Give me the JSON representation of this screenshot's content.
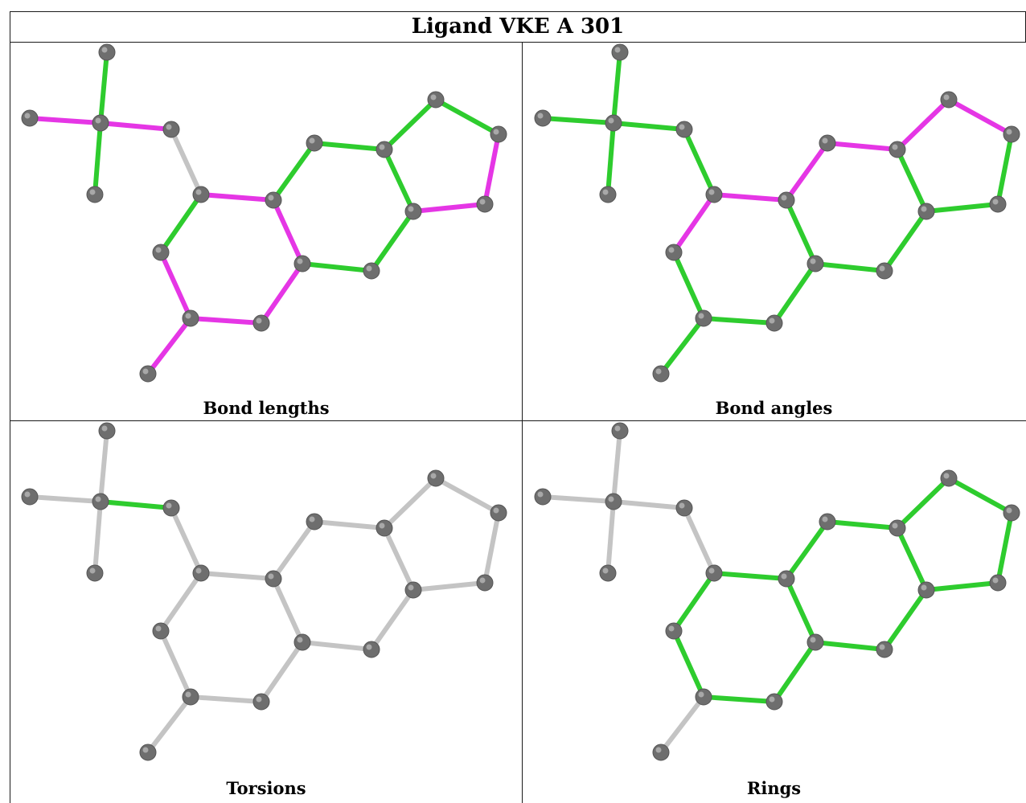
{
  "title": "Ligand VKE A 301",
  "colors": {
    "green": "#2ecc2e",
    "magenta": "#e536e5",
    "gray": "#c4c4c4",
    "atom": "#6e6e6e"
  },
  "panels": [
    {
      "caption": "Bond lengths",
      "bonds": {
        "TA-C1": "green",
        "TB-C1": "green",
        "M1-C1": "magenta",
        "C1-M2": "magenta",
        "M2-R1": "gray",
        "R1-R2": "magenta",
        "R1-R6": "green",
        "R2-R3": "magenta",
        "R3-R4": "magenta",
        "R4-R5": "magenta",
        "R5-R6": "magenta",
        "R5-MX": "magenta",
        "R2-R7": "green",
        "R7-R8": "green",
        "R8-R9": "green",
        "R9-R10": "green",
        "R10-R3": "green",
        "R8-P1": "green",
        "P1-P2": "green",
        "P2-P3": "magenta",
        "P3-R9": "magenta"
      }
    },
    {
      "caption": "Bond angles",
      "bonds": {
        "TA-C1": "green",
        "TB-C1": "green",
        "M1-C1": "green",
        "C1-M2": "green",
        "M2-R1": "green",
        "R1-R2": "magenta",
        "R1-R6": "magenta",
        "R2-R3": "green",
        "R3-R4": "green",
        "R4-R5": "green",
        "R5-R6": "green",
        "R5-MX": "green",
        "R2-R7": "magenta",
        "R7-R8": "magenta",
        "R8-R9": "green",
        "R9-R10": "green",
        "R10-R3": "green",
        "R8-P1": "magenta",
        "P1-P2": "magenta",
        "P2-P3": "green",
        "P3-R9": "green"
      }
    },
    {
      "caption": "Torsions",
      "bonds": {
        "TA-C1": "gray",
        "TB-C1": "gray",
        "M1-C1": "gray",
        "C1-M2": "green",
        "M2-R1": "gray",
        "R1-R2": "gray",
        "R1-R6": "gray",
        "R2-R3": "gray",
        "R3-R4": "gray",
        "R4-R5": "gray",
        "R5-R6": "gray",
        "R5-MX": "gray",
        "R2-R7": "gray",
        "R7-R8": "gray",
        "R8-R9": "gray",
        "R9-R10": "gray",
        "R10-R3": "gray",
        "R8-P1": "gray",
        "P1-P2": "gray",
        "P2-P3": "gray",
        "P3-R9": "gray"
      }
    },
    {
      "caption": "Rings",
      "bonds": {
        "TA-C1": "gray",
        "TB-C1": "gray",
        "M1-C1": "gray",
        "C1-M2": "gray",
        "M2-R1": "gray",
        "R1-R2": "green",
        "R1-R6": "green",
        "R2-R3": "green",
        "R3-R4": "green",
        "R4-R5": "green",
        "R5-R6": "green",
        "R5-MX": "gray",
        "R2-R7": "green",
        "R7-R8": "green",
        "R8-R9": "green",
        "R9-R10": "green",
        "R10-R3": "green",
        "R8-P1": "green",
        "P1-P2": "green",
        "P2-P3": "green",
        "P3-R9": "green"
      }
    }
  ]
}
